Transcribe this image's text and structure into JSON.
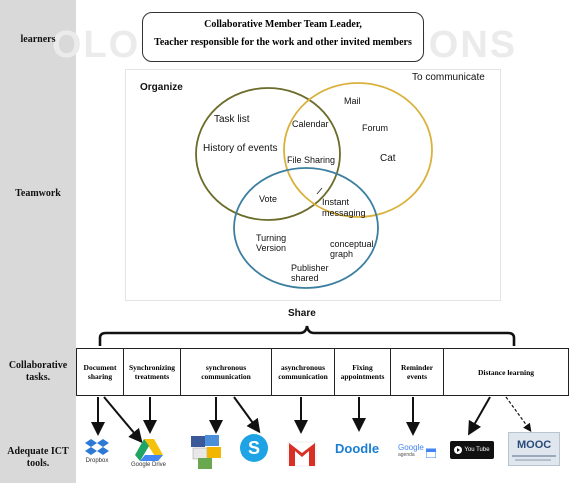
{
  "watermark": "OLOGY PUBLICATIONS",
  "rows": {
    "learners": "learners",
    "teamwork": "Teamwork",
    "collab": "Collaborative tasks.",
    "ict": "Adequate ICT tools."
  },
  "leader_box": {
    "line1": "Collaborative Member Team Leader,",
    "line2": "Teacher responsible for the work and other invited members"
  },
  "venn": {
    "organize": "Organize",
    "communicate": "To communicate",
    "task_list": "Task list",
    "history": "History of events",
    "calendar": "Calendar",
    "mail": "Mail",
    "forum": "Forum",
    "cat": "Cat",
    "file_sharing": "File Sharing",
    "vote": "Vote",
    "instant_1": "Instant",
    "instant_2": "messaging",
    "turning_1": "Turning",
    "turning_2": "Version",
    "conceptual_1": "conceptual",
    "conceptual_2": "graph",
    "publisher_1": "Publisher",
    "publisher_2": "shared",
    "share": "Share",
    "colors": {
      "organize": "#6b6b2a",
      "communicate": "#d9b13b",
      "share": "#3c7fa0"
    }
  },
  "tasks": [
    "Document sharing",
    "Synchronizing treatments",
    "synchronous communication",
    "asynchronous communication",
    "Fixing appointments",
    "Reminder events",
    "Distance learning"
  ],
  "tools": {
    "dropbox": "Dropbox",
    "google_drive": "Google Drive",
    "doodle": "Doodle",
    "google": "Google",
    "agenda": "agenda",
    "youtube": "You Tube",
    "mooc": "MOOC",
    "skype": "Skype"
  }
}
